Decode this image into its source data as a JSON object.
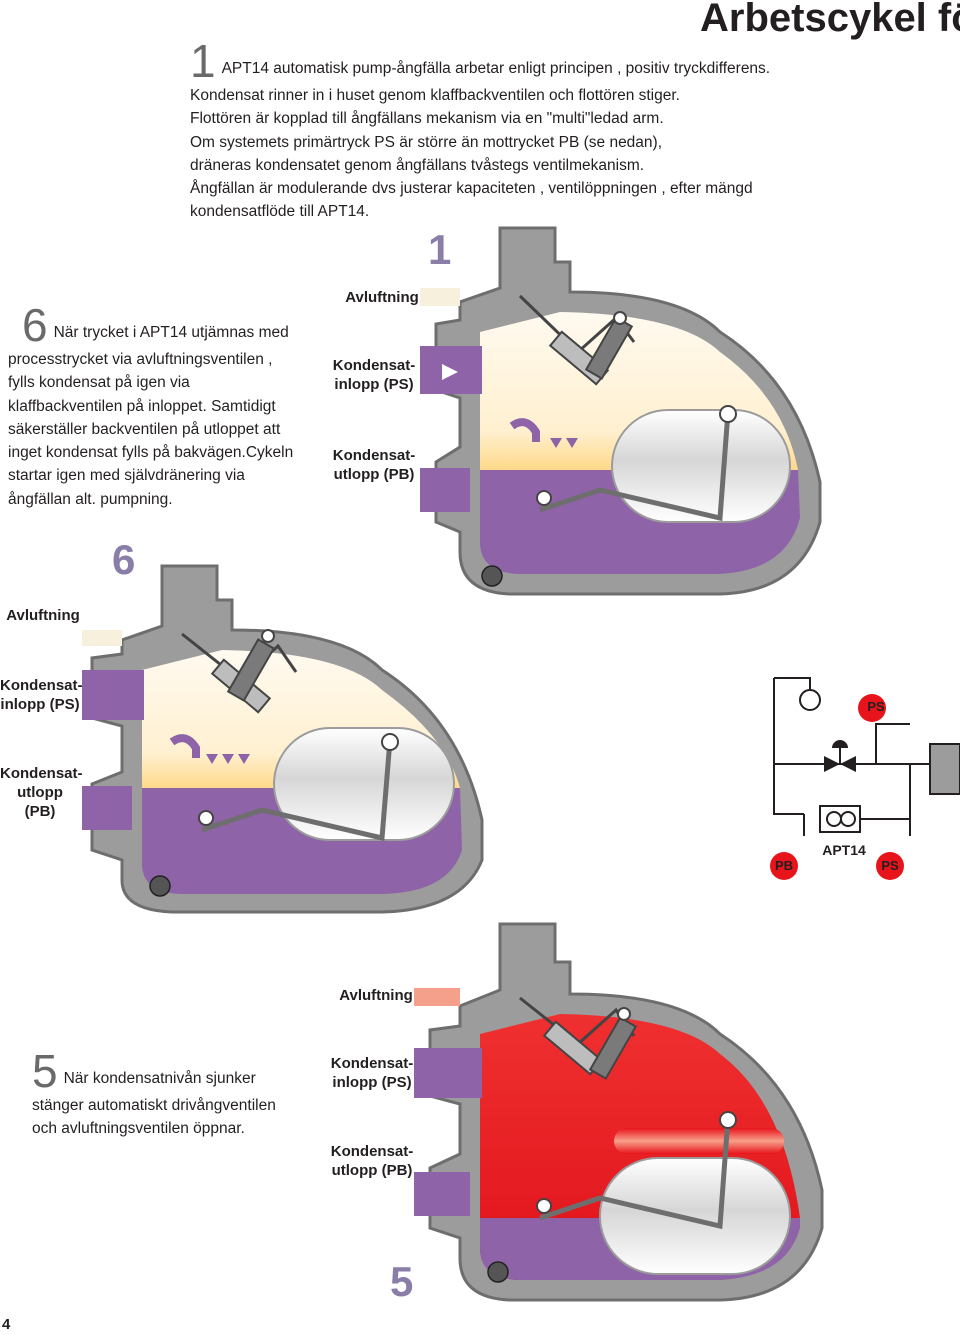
{
  "page": {
    "title": "Arbetscykel fö",
    "number": "4"
  },
  "step1": {
    "num": "1",
    "lines": [
      "APT14 automatisk pump-ångfälla arbetar enligt principen , positiv tryckdifferens.",
      "Kondensat rinner in i huset genom klaffbackventilen och flottören stiger.",
      "Flottören är kopplad till ångfällans mekanism via en \"multi\"ledad arm.",
      "Om systemets primärtryck PS är större än mottrycket PB (se nedan),",
      "dräneras kondensatet genom ångfällans tvåstegs ventilmekanism.",
      "Ångfällan är modulerande dvs justerar kapaciteten , ventilöppningen , efter mängd",
      "kondensatflöde till APT14."
    ],
    "diagram_label": "1"
  },
  "step6": {
    "num": "6",
    "lines": [
      "När trycket i APT14 utjämnas med",
      "processtrycket via avluftningsventilen ,",
      "fylls kondensat på igen via",
      "klaffbackventilen på inloppet. Samtidigt",
      "säkerställer backventilen på utloppet att",
      "inget kondensat fylls på bakvägen.Cykeln",
      "startar igen med självdränering via",
      "ångfällan alt. pumpning."
    ],
    "diagram_label": "6"
  },
  "step5": {
    "num": "5",
    "lines": [
      "När kondensatnivån sjunker",
      "stänger automatiskt drivångventilen",
      "och avluftningsventilen öppnar."
    ],
    "diagram_label": "5"
  },
  "callouts": {
    "vent": "Avluftning",
    "inlet": "Kondensat-\ninlopp (PS)",
    "outlet": "Kondensat-\nutlopp (PB)"
  },
  "schematic": {
    "ps_top": "PS",
    "pb": "PB",
    "apt": "APT14",
    "ps_bottom": "PS"
  },
  "colors": {
    "condensate": "#8e63a8",
    "steam_light": "#fff5dc",
    "steam_red": "#e8141c",
    "body_grey": "#9c9c9c",
    "body_dark": "#6e6e6e",
    "label_red": "#e8141c"
  }
}
